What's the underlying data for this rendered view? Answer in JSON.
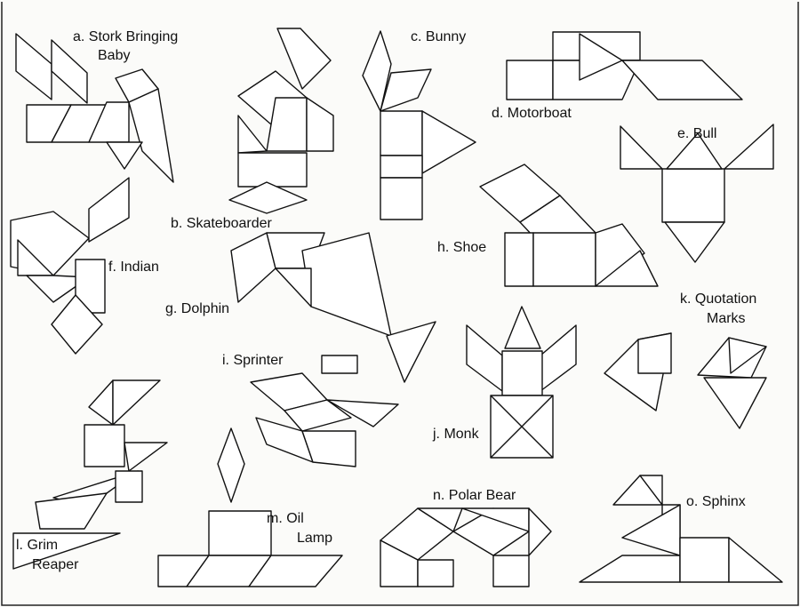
{
  "figures": [
    {
      "id": "a",
      "lines": [
        "a. Stork Bringing",
        "Baby"
      ]
    },
    {
      "id": "b",
      "lines": [
        "b. Skateboarder"
      ]
    },
    {
      "id": "c",
      "lines": [
        "c.  Bunny"
      ]
    },
    {
      "id": "d",
      "lines": [
        "d. Motorboat"
      ]
    },
    {
      "id": "e",
      "lines": [
        "e. Bull"
      ]
    },
    {
      "id": "f",
      "lines": [
        "f. Indian"
      ]
    },
    {
      "id": "g",
      "lines": [
        "g. Dolphin"
      ]
    },
    {
      "id": "h",
      "lines": [
        "h. Shoe"
      ]
    },
    {
      "id": "i",
      "lines": [
        "i. Sprinter"
      ]
    },
    {
      "id": "j",
      "lines": [
        "j. Monk"
      ]
    },
    {
      "id": "k",
      "lines": [
        "k. Quotation",
        "Marks"
      ]
    },
    {
      "id": "l",
      "lines": [
        "l. Grim",
        "Reaper"
      ]
    },
    {
      "id": "m",
      "lines": [
        "m. Oil",
        "Lamp"
      ]
    },
    {
      "id": "n",
      "lines": [
        "n. Polar Bear"
      ]
    },
    {
      "id": "o",
      "lines": [
        "o. Sphinx"
      ]
    }
  ]
}
